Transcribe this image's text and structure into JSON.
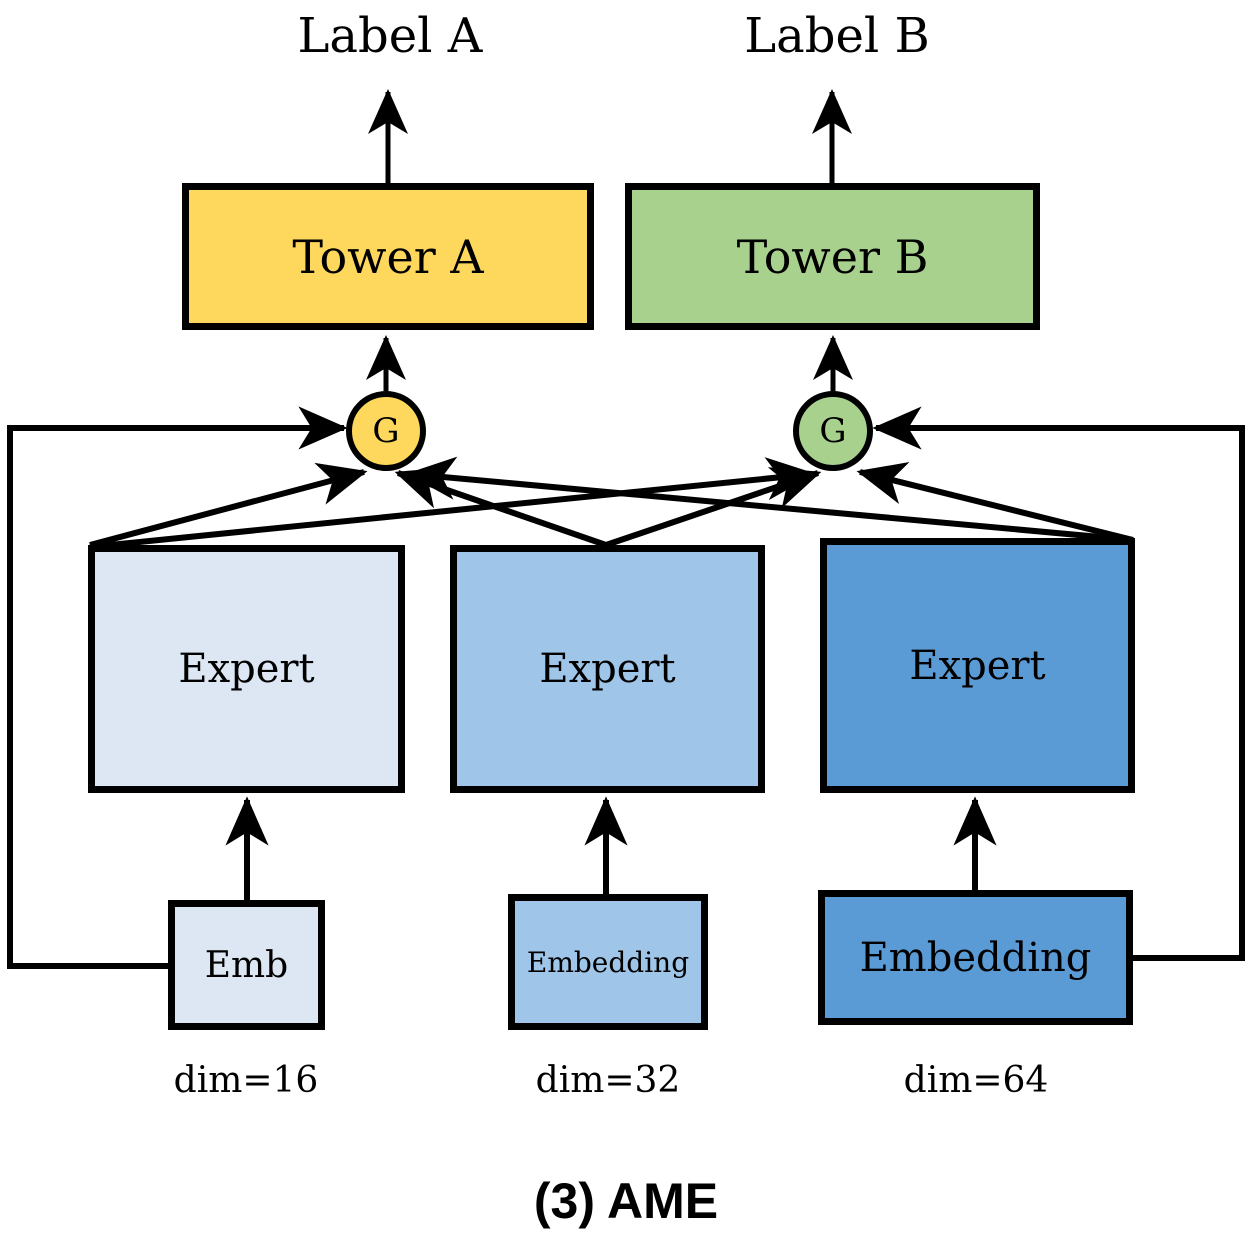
{
  "figure": {
    "caption": "(3) AME",
    "top_labels": {
      "left": "Label A",
      "right": "Label B"
    },
    "towers": [
      {
        "name": "tower-a",
        "label": "Tower A",
        "color": "#FDD85D"
      },
      {
        "name": "tower-b",
        "label": "Tower B",
        "color": "#A9D18E"
      }
    ],
    "gates": [
      {
        "name": "gate-a",
        "label": "G",
        "color": "#FDD85D"
      },
      {
        "name": "gate-b",
        "label": "G",
        "color": "#A9D18E"
      }
    ],
    "experts": [
      {
        "label": "Expert",
        "color": "#DCE7F3"
      },
      {
        "label": "Expert",
        "color": "#9FC5E8"
      },
      {
        "label": "Expert",
        "color": "#5B9BD5"
      }
    ],
    "embeddings": [
      {
        "label": "Emb",
        "color": "#DCE7F3",
        "dim_label": "dim=16"
      },
      {
        "label": "Embedding",
        "color": "#9FC5E8",
        "dim_label": "dim=32"
      },
      {
        "label": "Embedding",
        "color": "#5B9BD5",
        "dim_label": "dim=64"
      }
    ],
    "dims": [
      "dim=16",
      "dim=32",
      "dim=64"
    ],
    "colors": {
      "yellow": "#FDD85D",
      "green": "#A9D18E",
      "blue_light": "#DCE7F3",
      "blue_mid": "#9FC5E8",
      "blue_dark": "#5B9BD5",
      "stroke": "#000000",
      "background": "#ffffff"
    }
  }
}
